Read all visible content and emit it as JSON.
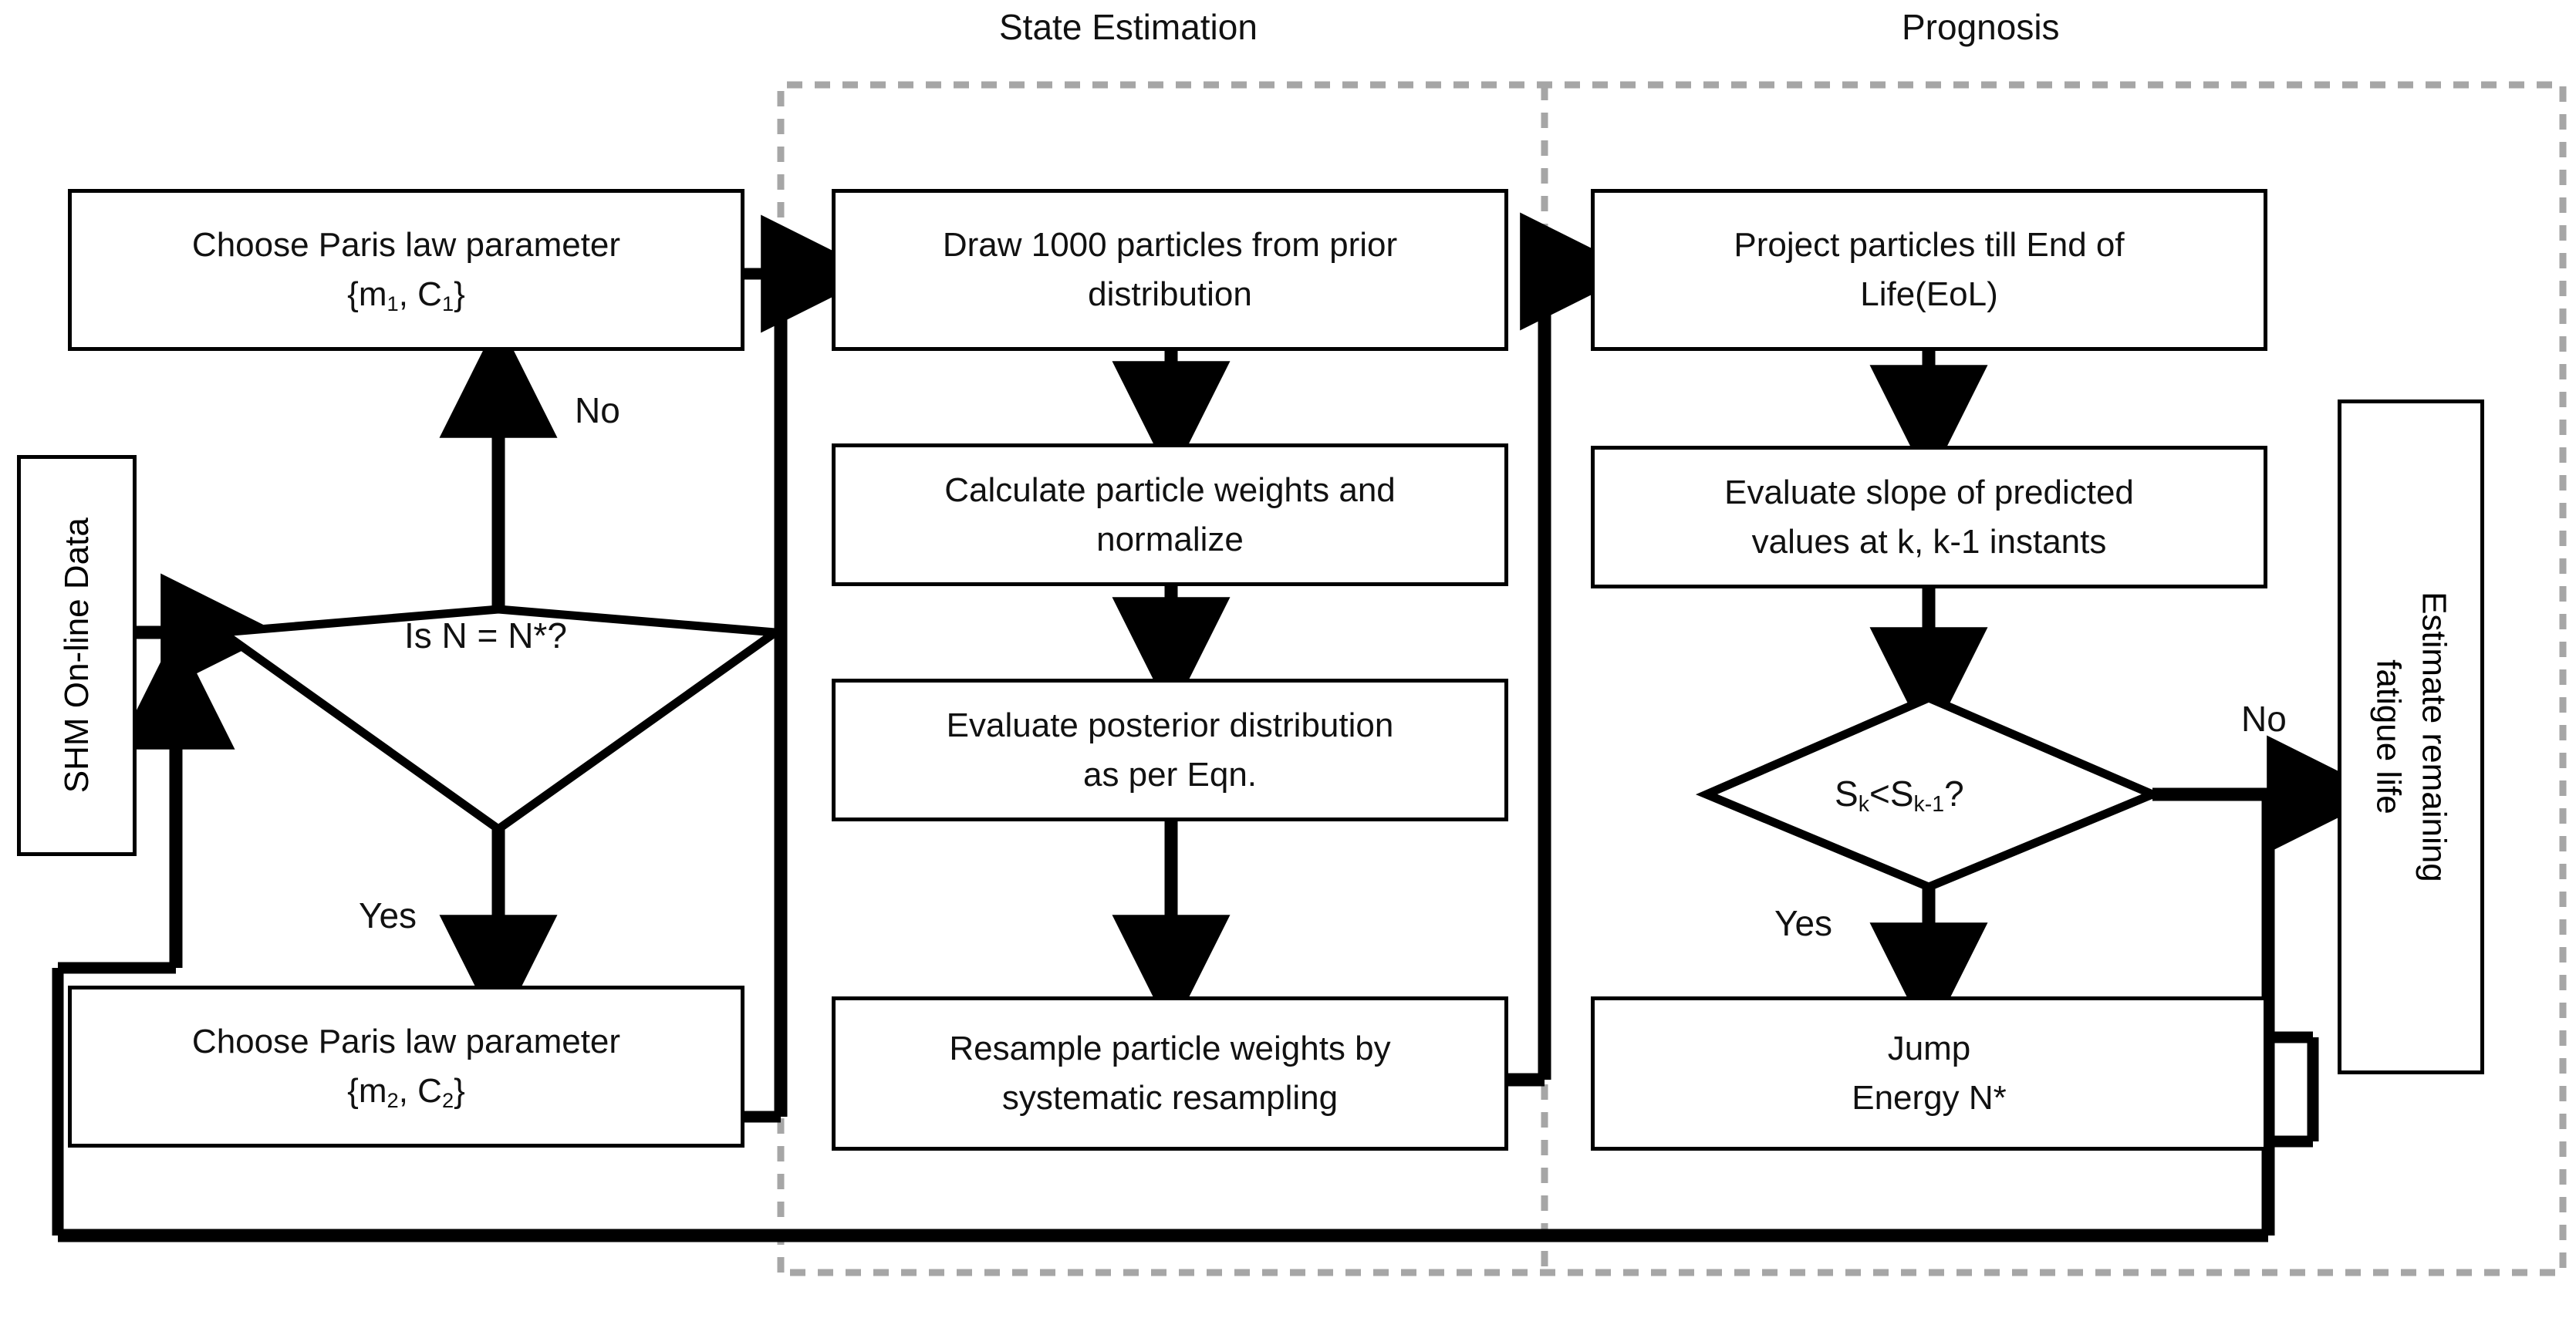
{
  "diagram": {
    "title_left": "State Estimation",
    "title_right": "Prognosis"
  },
  "sections": [
    {
      "name": "state-estimation",
      "label": "State Estimation"
    },
    {
      "name": "prognosis",
      "label": "Prognosis"
    }
  ],
  "nodes": {
    "shm_data": {
      "label": "SHM On-line Data",
      "shape": "rounded-rect",
      "orientation": "vertical"
    },
    "paris_1": {
      "line1": "Choose Paris law parameter",
      "line2_pre": "{m",
      "line2_sub1": "1",
      "line2_mid": ", C",
      "line2_sub2": "1",
      "line2_post": "}",
      "shape": "rect"
    },
    "paris_2": {
      "line1": "Choose Paris law parameter",
      "line2_pre": "{m",
      "line2_sub1": "2",
      "line2_mid": ", C",
      "line2_sub2": "2",
      "line2_post": "}",
      "shape": "rect"
    },
    "decision_n": {
      "label": "Is N = N*?",
      "shape": "diamond"
    },
    "draw_particles": {
      "line1": "Draw 1000 particles from prior",
      "line2": "distribution",
      "shape": "rect"
    },
    "calc_weights": {
      "line1": "Calculate particle weights and",
      "line2": "normalize",
      "shape": "rect"
    },
    "posterior": {
      "line1": "Evaluate posterior distribution",
      "line2": "as per Eqn.",
      "shape": "rect"
    },
    "resample": {
      "line1": "Resample particle weights by",
      "line2": "systematic resampling",
      "shape": "rect"
    },
    "project_eol": {
      "line1": "Project particles till End of",
      "line2": "Life(EoL)",
      "shape": "rect"
    },
    "eval_slope": {
      "line1": "Evaluate slope of predicted",
      "line2": "values at k, k-1 instants",
      "shape": "rect"
    },
    "decision_s": {
      "pre": "S",
      "sub1": "k",
      "mid": "<S",
      "sub2": "k-1",
      "post": "?",
      "shape": "diamond"
    },
    "jump_energy": {
      "line1": "Jump",
      "line2": "Energy N*",
      "shape": "rect"
    },
    "estimate_life": {
      "line1": "Estimate remaining",
      "line2": "fatigue life",
      "shape": "rect",
      "orientation": "vertical"
    }
  },
  "edge_labels": {
    "no_left": "No",
    "yes_left": "Yes",
    "no_right": "No",
    "yes_right": "Yes"
  },
  "colors": {
    "line": "#000000",
    "dashed_boundary": "#a6a6a6",
    "background": "#ffffff",
    "text": "#111111"
  }
}
